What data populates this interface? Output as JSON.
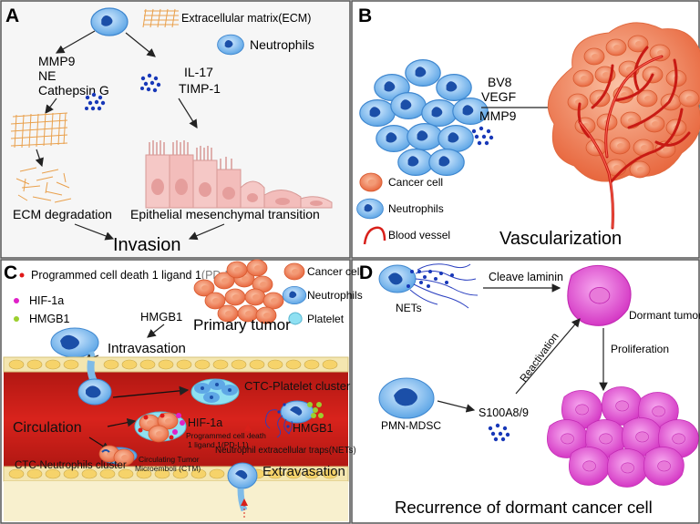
{
  "panel_a": {
    "letter": "A",
    "legend_ecm": "Extracellular matrix(ECM)",
    "legend_neutrophils": "Neutrophils",
    "enzyme_1": "MMP9",
    "enzyme_2": "NE",
    "enzyme_3": "Cathepsin G",
    "factor_1": "IL-17",
    "factor_2": "TIMP-1",
    "ecm_degradation": "ECM degradation",
    "emt": "Epithelial mesenchymal transition",
    "invasion": "Invasion"
  },
  "panel_b": {
    "letter": "B",
    "factor_1": "BV8",
    "factor_2": "VEGF",
    "factor_3": "MMP9",
    "legend_cancer": "Cancer cell",
    "legend_neutrophils": "Neutrophils",
    "legend_vessel": "Blood vessel",
    "vascularization": "Vascularization"
  },
  "panel_c": {
    "letter": "C",
    "legend_pdl1": "Programmed cell death 1 ligand 1",
    "legend_pdl1_abbr": "(PD-L1)",
    "legend_hif": "HIF-1a",
    "legend_hmgb1": "HMGB1",
    "legend_cancer": "Cancer cell",
    "legend_neutrophils": "Neutrophils",
    "legend_platelet": "Platelet",
    "hmgb1_left": "HMGB1",
    "primary_tumor": "Primary tumor",
    "intravasation": "Intravasation",
    "ctc_platelet": "CTC-Platelet cluster",
    "circulation": "Circulation",
    "hif_label": "HIF-1a",
    "pdl1_line1": "Programmed cell death",
    "pdl1_line2": "1 ligand 1(PD-L1)",
    "hmgb1_right": "HMGB1",
    "nets": "Neutrophil extracellular traps(NETs)",
    "ctc_neutrophils": "CTC-Neutrophils cluster",
    "ctm_line1": "Circulating Tumor",
    "ctm_line2": "Microemboli (CTM)",
    "extravasation": "Extravasation"
  },
  "panel_d": {
    "letter": "D",
    "cleave_laminin": "Cleave laminin",
    "nets": "NETs",
    "dormant_tumor": "Dormant tumor",
    "reactivation": "Reactivation",
    "proliferation": "Proliferation",
    "pmn_mdsc": "PMN-MDSC",
    "s100": "S100A8/9",
    "recurrence": "Recurrence of dormant cancer cell"
  },
  "colors": {
    "neutrophil_fill": "#8ec3f0",
    "neutrophil_nucleus": "#1b4fa8",
    "cancer_fill": "#f47a55",
    "vessel_red": "#d8201a",
    "magenta_cell": "#e54ad6",
    "dot_blue": "#1838b8"
  }
}
